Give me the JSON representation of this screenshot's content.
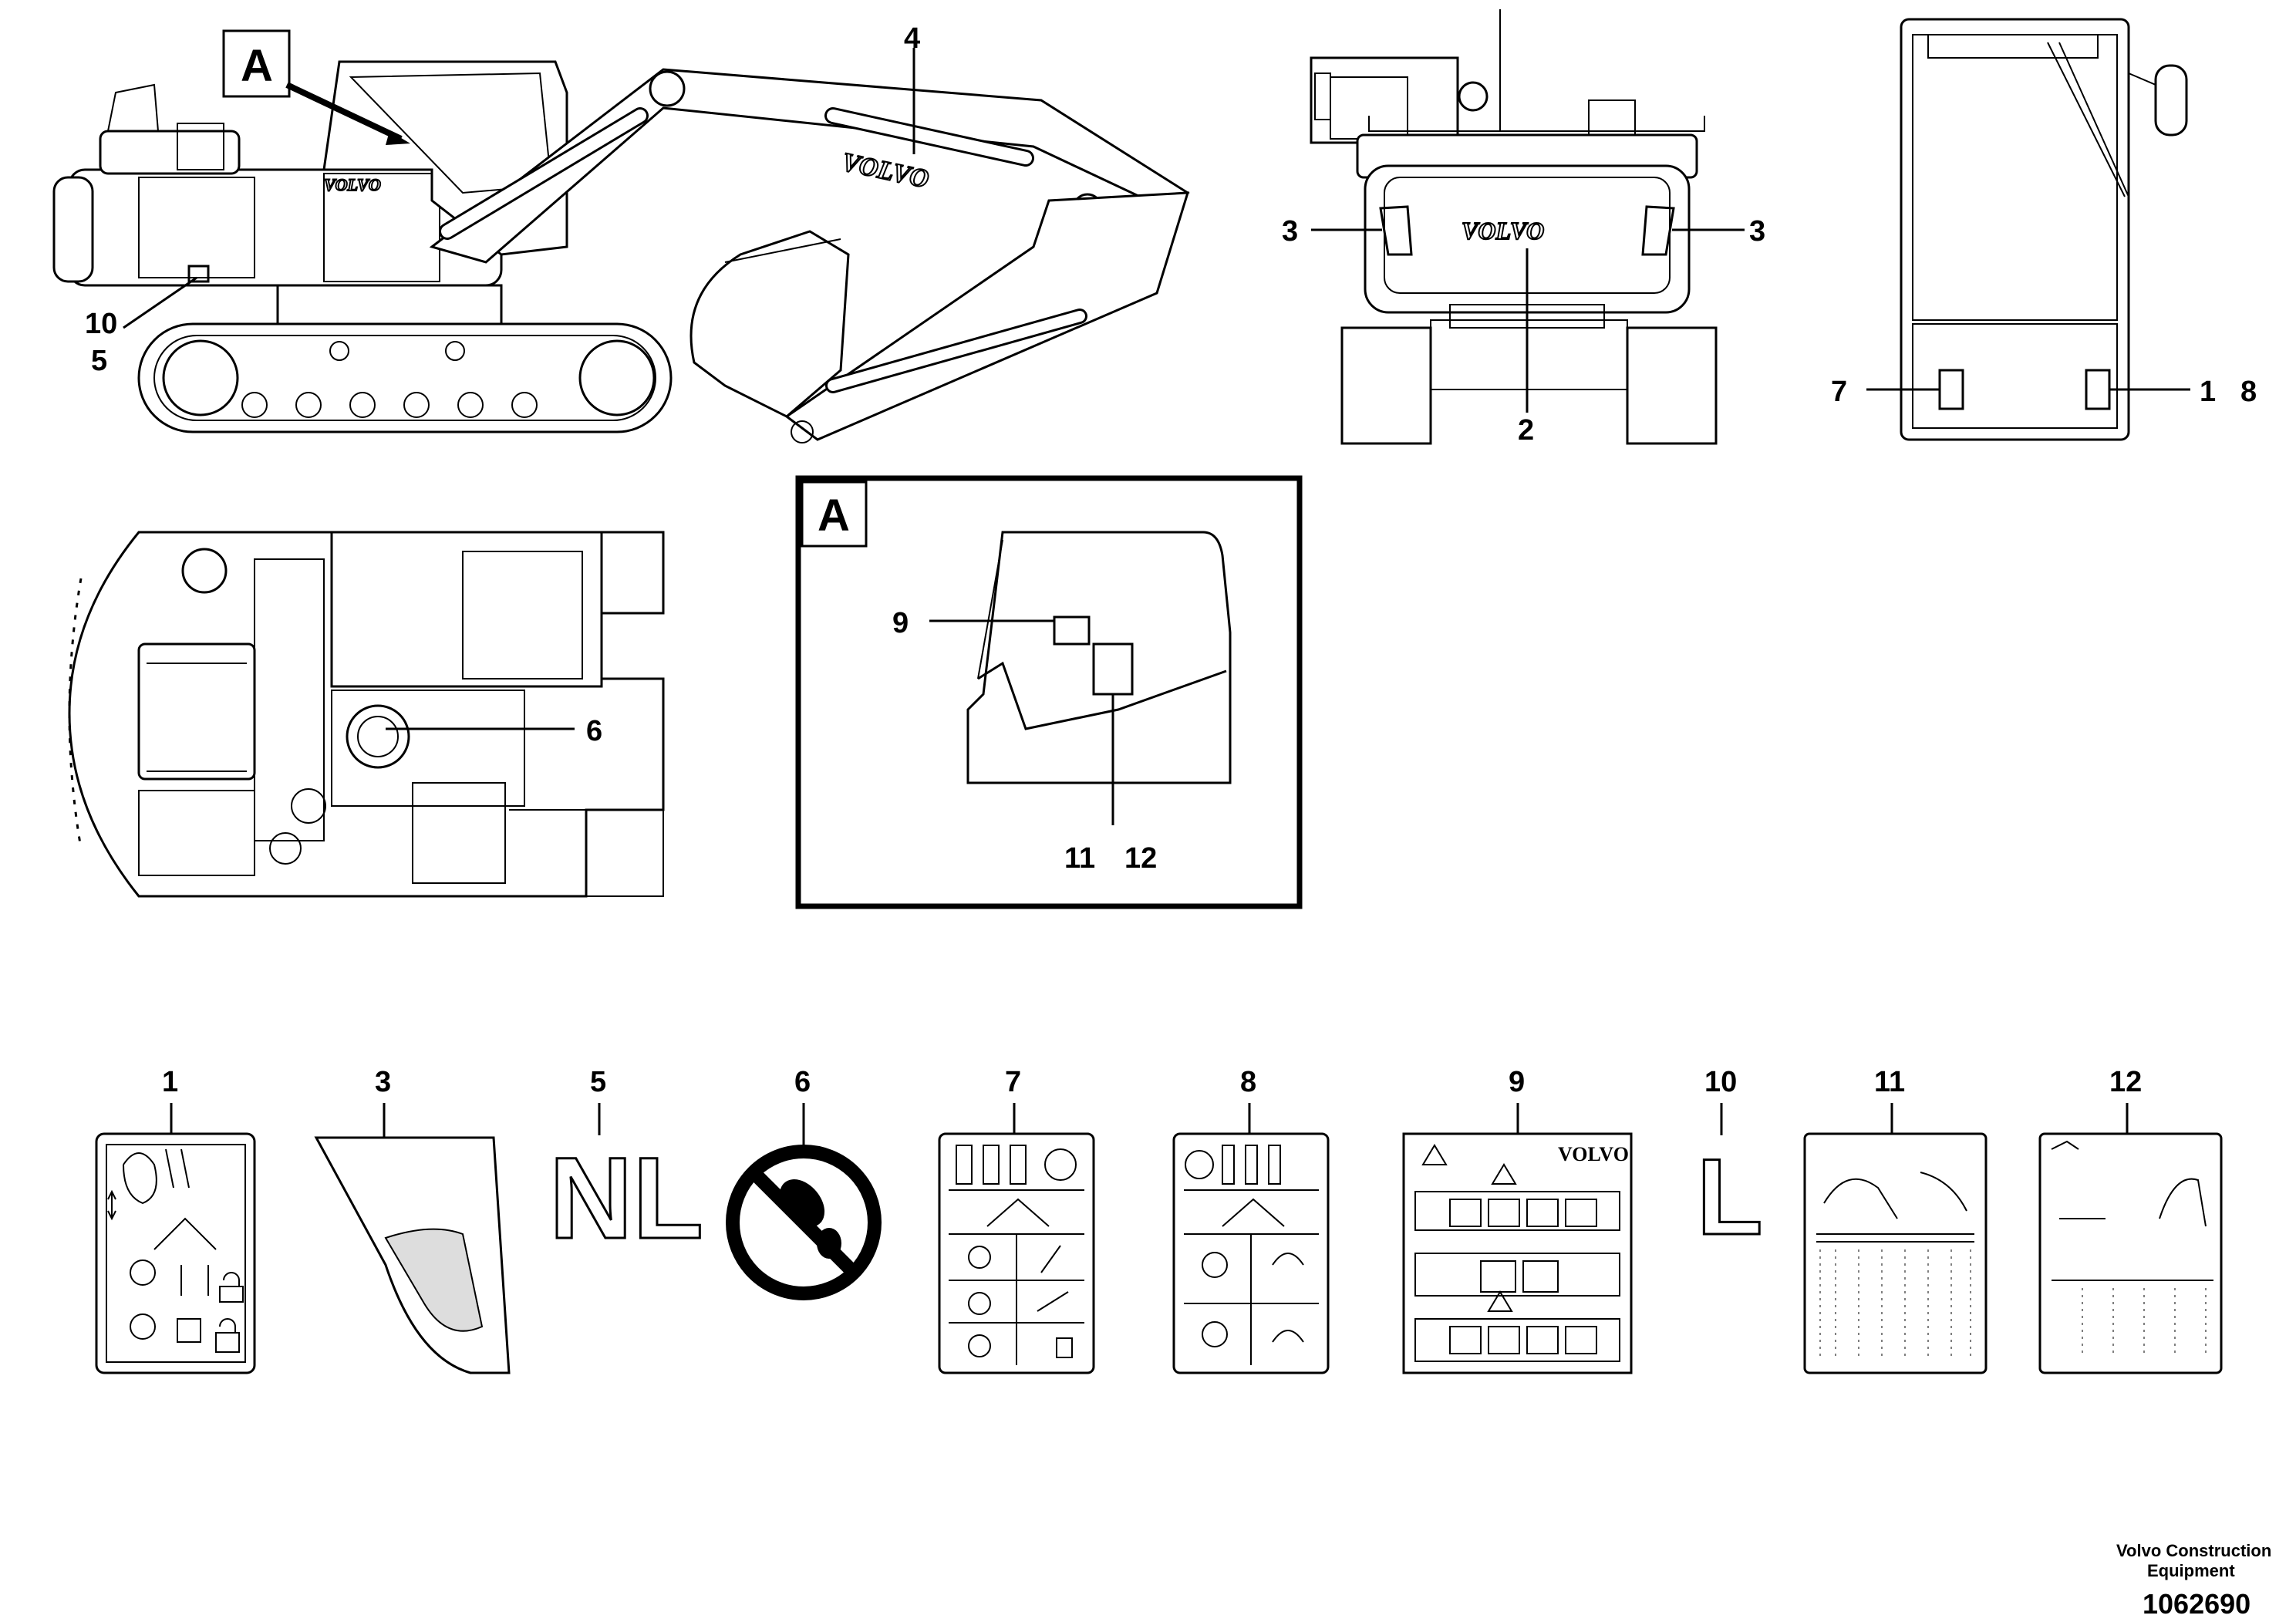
{
  "detail_box": {
    "letter": "A"
  },
  "views": {
    "side": {
      "callouts": [
        "A",
        "4",
        "10",
        "5"
      ],
      "logo": "VOLVO"
    },
    "rear": {
      "callouts": [
        "3",
        "3",
        "2"
      ],
      "logo": "VOLVO"
    },
    "cab_rear": {
      "callouts": [
        "7",
        "1",
        "8"
      ]
    },
    "top": {
      "callouts": [
        "6"
      ]
    },
    "detail_a": {
      "callouts": [
        "9",
        "11",
        "12"
      ]
    }
  },
  "decals": [
    {
      "number": "1",
      "icon": "control-pattern-decal-icon"
    },
    {
      "number": "3",
      "icon": "reflector-decal-icon"
    },
    {
      "number": "5",
      "icon": "nl-letters-decal",
      "text": "NL"
    },
    {
      "number": "6",
      "icon": "no-step-sign-icon"
    },
    {
      "number": "7",
      "icon": "control-pattern-decal-icon"
    },
    {
      "number": "8",
      "icon": "control-pattern-decal-icon"
    },
    {
      "number": "9",
      "icon": "volvo-safety-decal-icon",
      "logo": "VOLVO"
    },
    {
      "number": "10",
      "icon": "l-letter-decal",
      "text": "L"
    },
    {
      "number": "11",
      "icon": "lifting-capacity-chart-icon"
    },
    {
      "number": "12",
      "icon": "lifting-capacity-chart-icon"
    }
  ],
  "footer": {
    "company_line1": "Volvo Construction",
    "company_line2": "Equipment",
    "doc_number": "1062690"
  }
}
